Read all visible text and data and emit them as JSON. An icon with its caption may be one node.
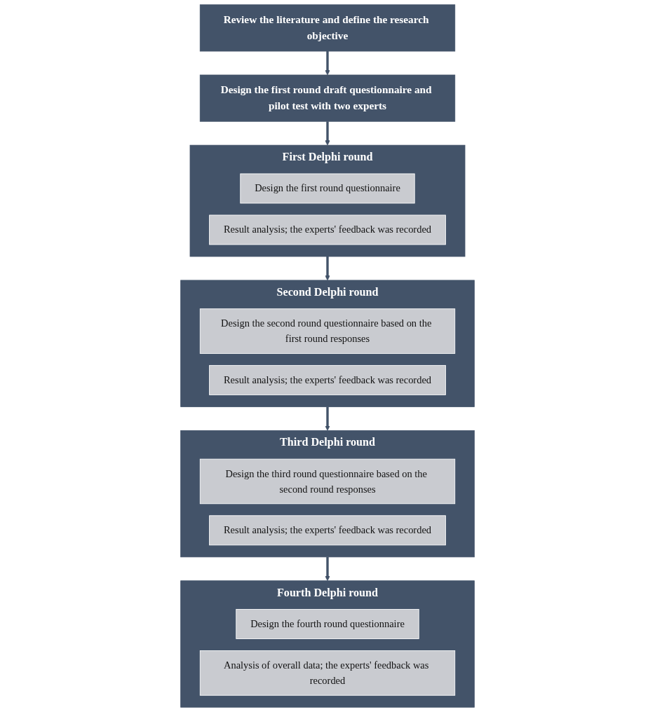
{
  "diagram": {
    "nodes": [
      {
        "text": [
          "Review the literature and define the research objective"
        ]
      },
      {
        "text": [
          "Design the first round draft questionnaire and pilot test with two experts"
        ]
      },
      {
        "text": [
          "First Delphi round"
        ]
      },
      {
        "text": [
          "Design the first round questionnaire"
        ],
        "in": 2
      },
      {
        "text": [
          "Result analysis; the experts' feedback was recorded"
        ],
        "in": 2
      },
      {
        "text": [
          "Second Delphi round"
        ]
      },
      {
        "text": [
          "Design the second round questionnaire based on the first round responses"
        ],
        "in": 5
      },
      {
        "text": [
          "Result analysis; the experts' feedback was recorded"
        ],
        "in": 5
      },
      {
        "text": [
          "Third Delphi round"
        ]
      },
      {
        "text": [
          "Design the third round questionnaire based on the second round responses"
        ],
        "in": 8
      },
      {
        "text": [
          "Result analysis; the experts' feedback was recorded"
        ],
        "in": 8
      },
      {
        "text": [
          "Fourth Delphi round"
        ]
      },
      {
        "text": [
          "Design the fourth round questionnaire"
        ],
        "in": 11
      },
      {
        "text": [
          "Analysis of overall data; the experts' feedback was recorded"
        ],
        "in": 11
      }
    ],
    "edges": [
      {
        "from": 0,
        "to": 1,
        "arrow": "to"
      },
      {
        "from": 1,
        "to": 2,
        "arrow": "to"
      },
      {
        "from": 2,
        "to": 5,
        "arrow": "to"
      },
      {
        "from": 5,
        "to": 8,
        "arrow": "to"
      },
      {
        "from": 8,
        "to": 11,
        "arrow": "to"
      }
    ]
  }
}
